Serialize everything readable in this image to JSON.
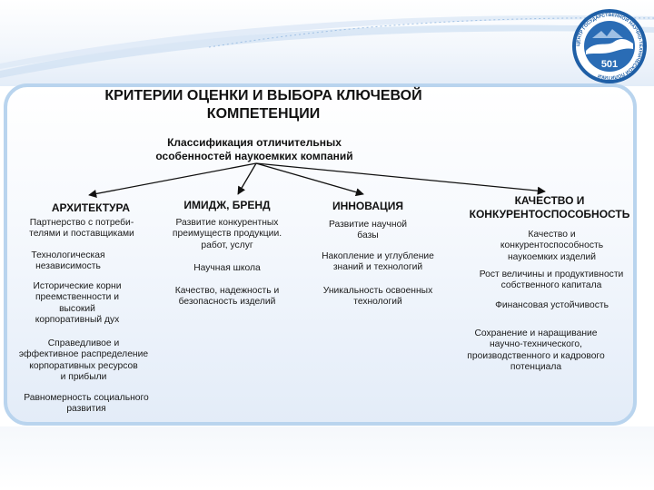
{
  "title": {
    "line1": "КРИТЕРИИ ОЦЕНКИ И ВЫБОРА КЛЮЧЕВОЙ",
    "line2": "КОМПЕТЕНЦИИ"
  },
  "subtitle": {
    "line1": "Классификация отличительных",
    "line2": "особенностей наукоемких компаний"
  },
  "emblem": {
    "number": "501",
    "ring_text": "ЦЕНТР ГОСУДАРСТВЕННОЙ НАУЧНО-ТЕХНИЧЕСКОЙ ПОЛИТИКИ"
  },
  "columns": [
    {
      "header": [
        "АРХИТЕКТУРА"
      ],
      "items": [
        [
          "Партнерство с потреби-",
          "телями и поставщиками"
        ],
        [
          "Технологическая",
          "независимость"
        ],
        [
          "Исторические корни",
          "преемственности и",
          "высокий",
          "корпоративный дух"
        ],
        [
          "Справедливое и",
          "эффективное распределение",
          "корпоративных ресурсов",
          "и прибыли"
        ],
        [
          "Равномерность социального",
          "развития"
        ]
      ]
    },
    {
      "header": [
        "ИМИДЖ, БРЕНД"
      ],
      "items": [
        [
          "Развитие конкурентных",
          "преимуществ продукции.",
          "работ, услуг"
        ],
        [
          "Научная школа"
        ],
        [
          "Качество, надежность и",
          "безопасность изделий"
        ]
      ]
    },
    {
      "header": [
        "ИННОВАЦИЯ"
      ],
      "items": [
        [
          "Развитие научной",
          "базы"
        ],
        [
          "Накопление и углубление",
          "знаний и технологий"
        ],
        [
          "Уникальность освоенных",
          "технологий"
        ]
      ]
    },
    {
      "header": [
        "КАЧЕСТВО И",
        "КОНКУРЕНТОСПОСОБНОСТЬ"
      ],
      "items": [
        [
          "Качество и",
          "конкурентоспособность",
          "наукоемких изделий"
        ],
        [
          "Рост величины и продуктивности",
          "собственного капитала"
        ],
        [
          "Финансовая устойчивость"
        ],
        [
          "Сохранение и наращивание",
          "научно-технического,",
          "производственного и кадрового",
          "потенциала"
        ]
      ]
    }
  ],
  "colors": {
    "panel_border": "#b9d4ee",
    "emblem_blue": "#1f5fa6",
    "swoosh_blue": "#9fc0e4"
  }
}
